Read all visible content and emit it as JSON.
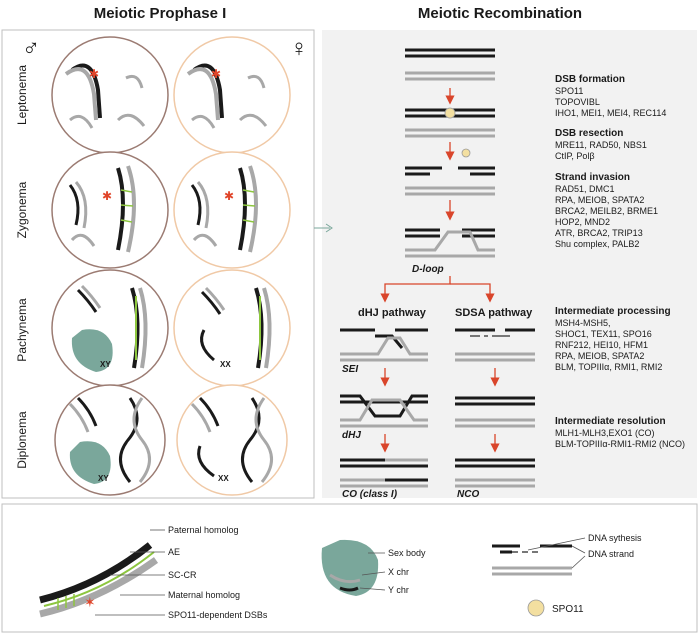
{
  "titles": {
    "left": "Meiotic Prophase I",
    "right": "Meiotic Recombination"
  },
  "sex_symbols": {
    "male": "♂",
    "female": "♀"
  },
  "stages": [
    "Leptonema",
    "Zygonema",
    "Pachynema",
    "Diplonema"
  ],
  "chr_labels": {
    "male": "XY",
    "female": "XX"
  },
  "recombination": {
    "groups": [
      {
        "title": "DSB formation",
        "lines": [
          "SPO11",
          "TOPOVIBL",
          "IHO1, MEI1, MEI4, REC114"
        ]
      },
      {
        "title": "DSB  resection",
        "lines": [
          "MRE11, RAD50, NBS1",
          "CtIP, Polβ"
        ]
      },
      {
        "title": "Strand invasion",
        "lines": [
          "RAD51, DMC1",
          "RPA, MEIOB, SPATA2",
          "BRCA2, MEILB2, BRME1",
          "HOP2, MND2",
          "ATR, BRCA2, TRIP13",
          "Shu complex, PALB2"
        ]
      },
      {
        "title": "Intermediate processing",
        "lines": [
          "MSH4-MSH5,",
          "SHOC1, TEX11, SPO16",
          "RNF212, HEI10, HFM1",
          "RPA, MEIOB, SPATA2",
          "BLM, TOPIIIα, RMI1, RMI2"
        ]
      },
      {
        "title": "Intermediate resolution",
        "lines": [
          "MLH1-MLH3,EXO1 (CO)",
          "BLM-TOPIIIα-RMI1-RMI2 (NCO)"
        ]
      }
    ],
    "diagram_labels": {
      "dloop": "D-loop",
      "dhj_pathway": "dHJ pathway",
      "sdsa_pathway": "SDSA pathway",
      "sei": "SEI",
      "dhj": "dHJ",
      "co": "CO (class I)",
      "nco": "NCO"
    }
  },
  "legend": {
    "paternal": "Paternal homolog",
    "ae": "AE",
    "sccr": "SC-CR",
    "maternal": "Maternal homolog",
    "dsbs": "SPO11-dependent DSBs",
    "sex_body": "Sex body",
    "x_chr": "X chr",
    "y_chr": "Y chr",
    "dna_synthesis": "DNA sythesis",
    "dna_strand": "DNA strand",
    "spo11": "SPO11"
  },
  "colors": {
    "black_strand": "#1a1a1a",
    "grey_strand": "#a8a8a8",
    "ae_green": "#8dc63f",
    "dsb_red": "#e0452a",
    "arrow_red": "#d9452b",
    "sex_body": "#7aa79b",
    "spo11": "#f3dfa0",
    "panel_bg": "#f2f2f2",
    "male_cell": "#9b7b72",
    "female_cell": "#f0c9a6"
  }
}
